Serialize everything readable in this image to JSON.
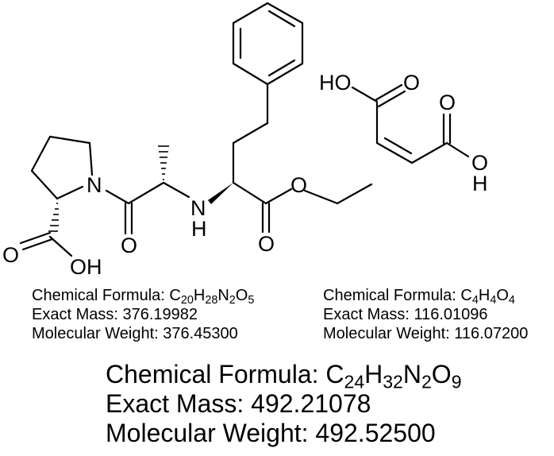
{
  "structure": {
    "compound_a": "enalapril (free base)",
    "compound_b": "maleic acid",
    "atom_labels": {
      "pro_n": "N",
      "nh_n": "N",
      "nh_h": "H",
      "amide_o": "O",
      "ester_carbonyl_o": "O",
      "ester_o": "O",
      "cooh_o": "O",
      "cooh_oh": "OH",
      "maleic_ho": "HO",
      "maleic_o1": "O",
      "maleic_o2": "O",
      "maleic_oh_o": "O",
      "maleic_oh_h": "H"
    }
  },
  "left_info": {
    "formula_label": "Chemical Formula: ",
    "formula": [
      {
        "el": "C",
        "n": "20"
      },
      {
        "el": "H",
        "n": "28"
      },
      {
        "el": "N",
        "n": "2"
      },
      {
        "el": "O",
        "n": "5"
      }
    ],
    "exact_mass": "Exact Mass: 376.19982",
    "mol_weight": "Molecular Weight: 376.45300"
  },
  "right_info": {
    "formula_label": "Chemical Formula: ",
    "formula": [
      {
        "el": "C",
        "n": "4"
      },
      {
        "el": "H",
        "n": "4"
      },
      {
        "el": "O",
        "n": "4"
      }
    ],
    "exact_mass": "Exact Mass: 116.01096",
    "mol_weight": "Molecular Weight: 116.07200"
  },
  "combined_info": {
    "formula_label": "Chemical Formula: ",
    "formula": [
      {
        "el": "C",
        "n": "24"
      },
      {
        "el": "H",
        "n": "32"
      },
      {
        "el": "N",
        "n": "2"
      },
      {
        "el": "O",
        "n": "9"
      }
    ],
    "exact_mass": "Exact Mass: 492.21078",
    "mol_weight": "Molecular Weight: 492.52500"
  }
}
